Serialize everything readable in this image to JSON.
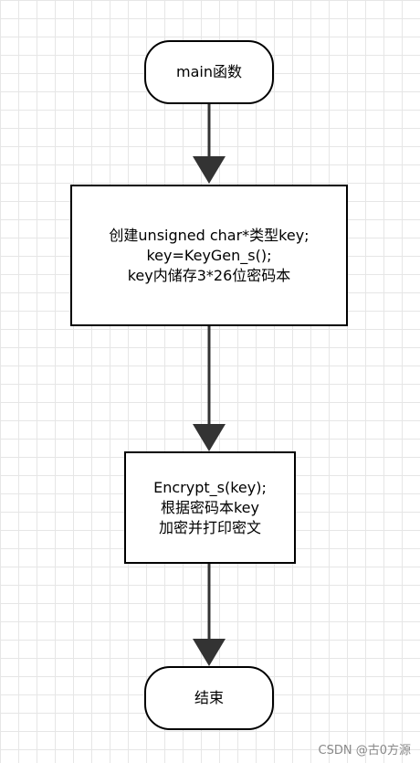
{
  "nodes": {
    "start": {
      "label": "main函数"
    },
    "create_key": {
      "lines": [
        "创建unsigned char*类型key;",
        "key=KeyGen_s();",
        "key内储存3*26位密码本"
      ]
    },
    "encrypt": {
      "lines": [
        "Encrypt_s(key);",
        "根据密码本key",
        "加密并打印密文"
      ]
    },
    "end": {
      "label": "结束"
    }
  },
  "watermark": "CSDN @古0方源"
}
